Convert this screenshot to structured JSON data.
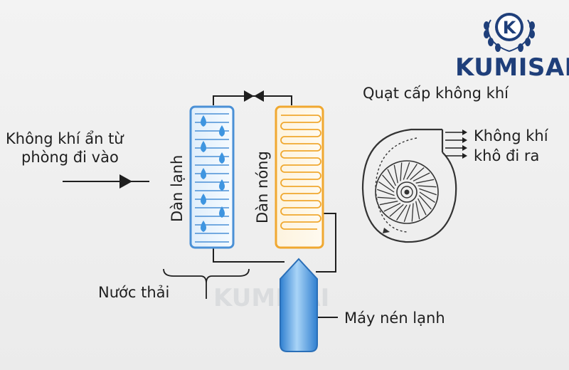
{
  "brand": {
    "name": "KUMISAI",
    "badge_letter": "K"
  },
  "watermark": "KUMISAI",
  "labels": {
    "air_in_line1": "Không khí ẩn từ",
    "air_in_line2": "phòng đi vào",
    "cold_coil": "Dàn lạnh",
    "hot_coil": "Dàn nóng",
    "fan": "Quạt cấp không khí",
    "air_out_line1": "Không khí",
    "air_out_line2": "khô đi ra",
    "wastewater": "Nước thải",
    "compressor": "Máy nén lạnh"
  },
  "colors": {
    "cold_coil": "#4a90d6",
    "hot_coil": "#f0a830",
    "compressor": "#3f8fd9",
    "brand": "#1f3f7a",
    "line": "#1f1f1f"
  },
  "icons": [
    "k-badge-icon",
    "laurel-wreath-icon",
    "water-drop-icon",
    "valve-icon",
    "arrow-icon",
    "centrifugal-fan-icon"
  ]
}
